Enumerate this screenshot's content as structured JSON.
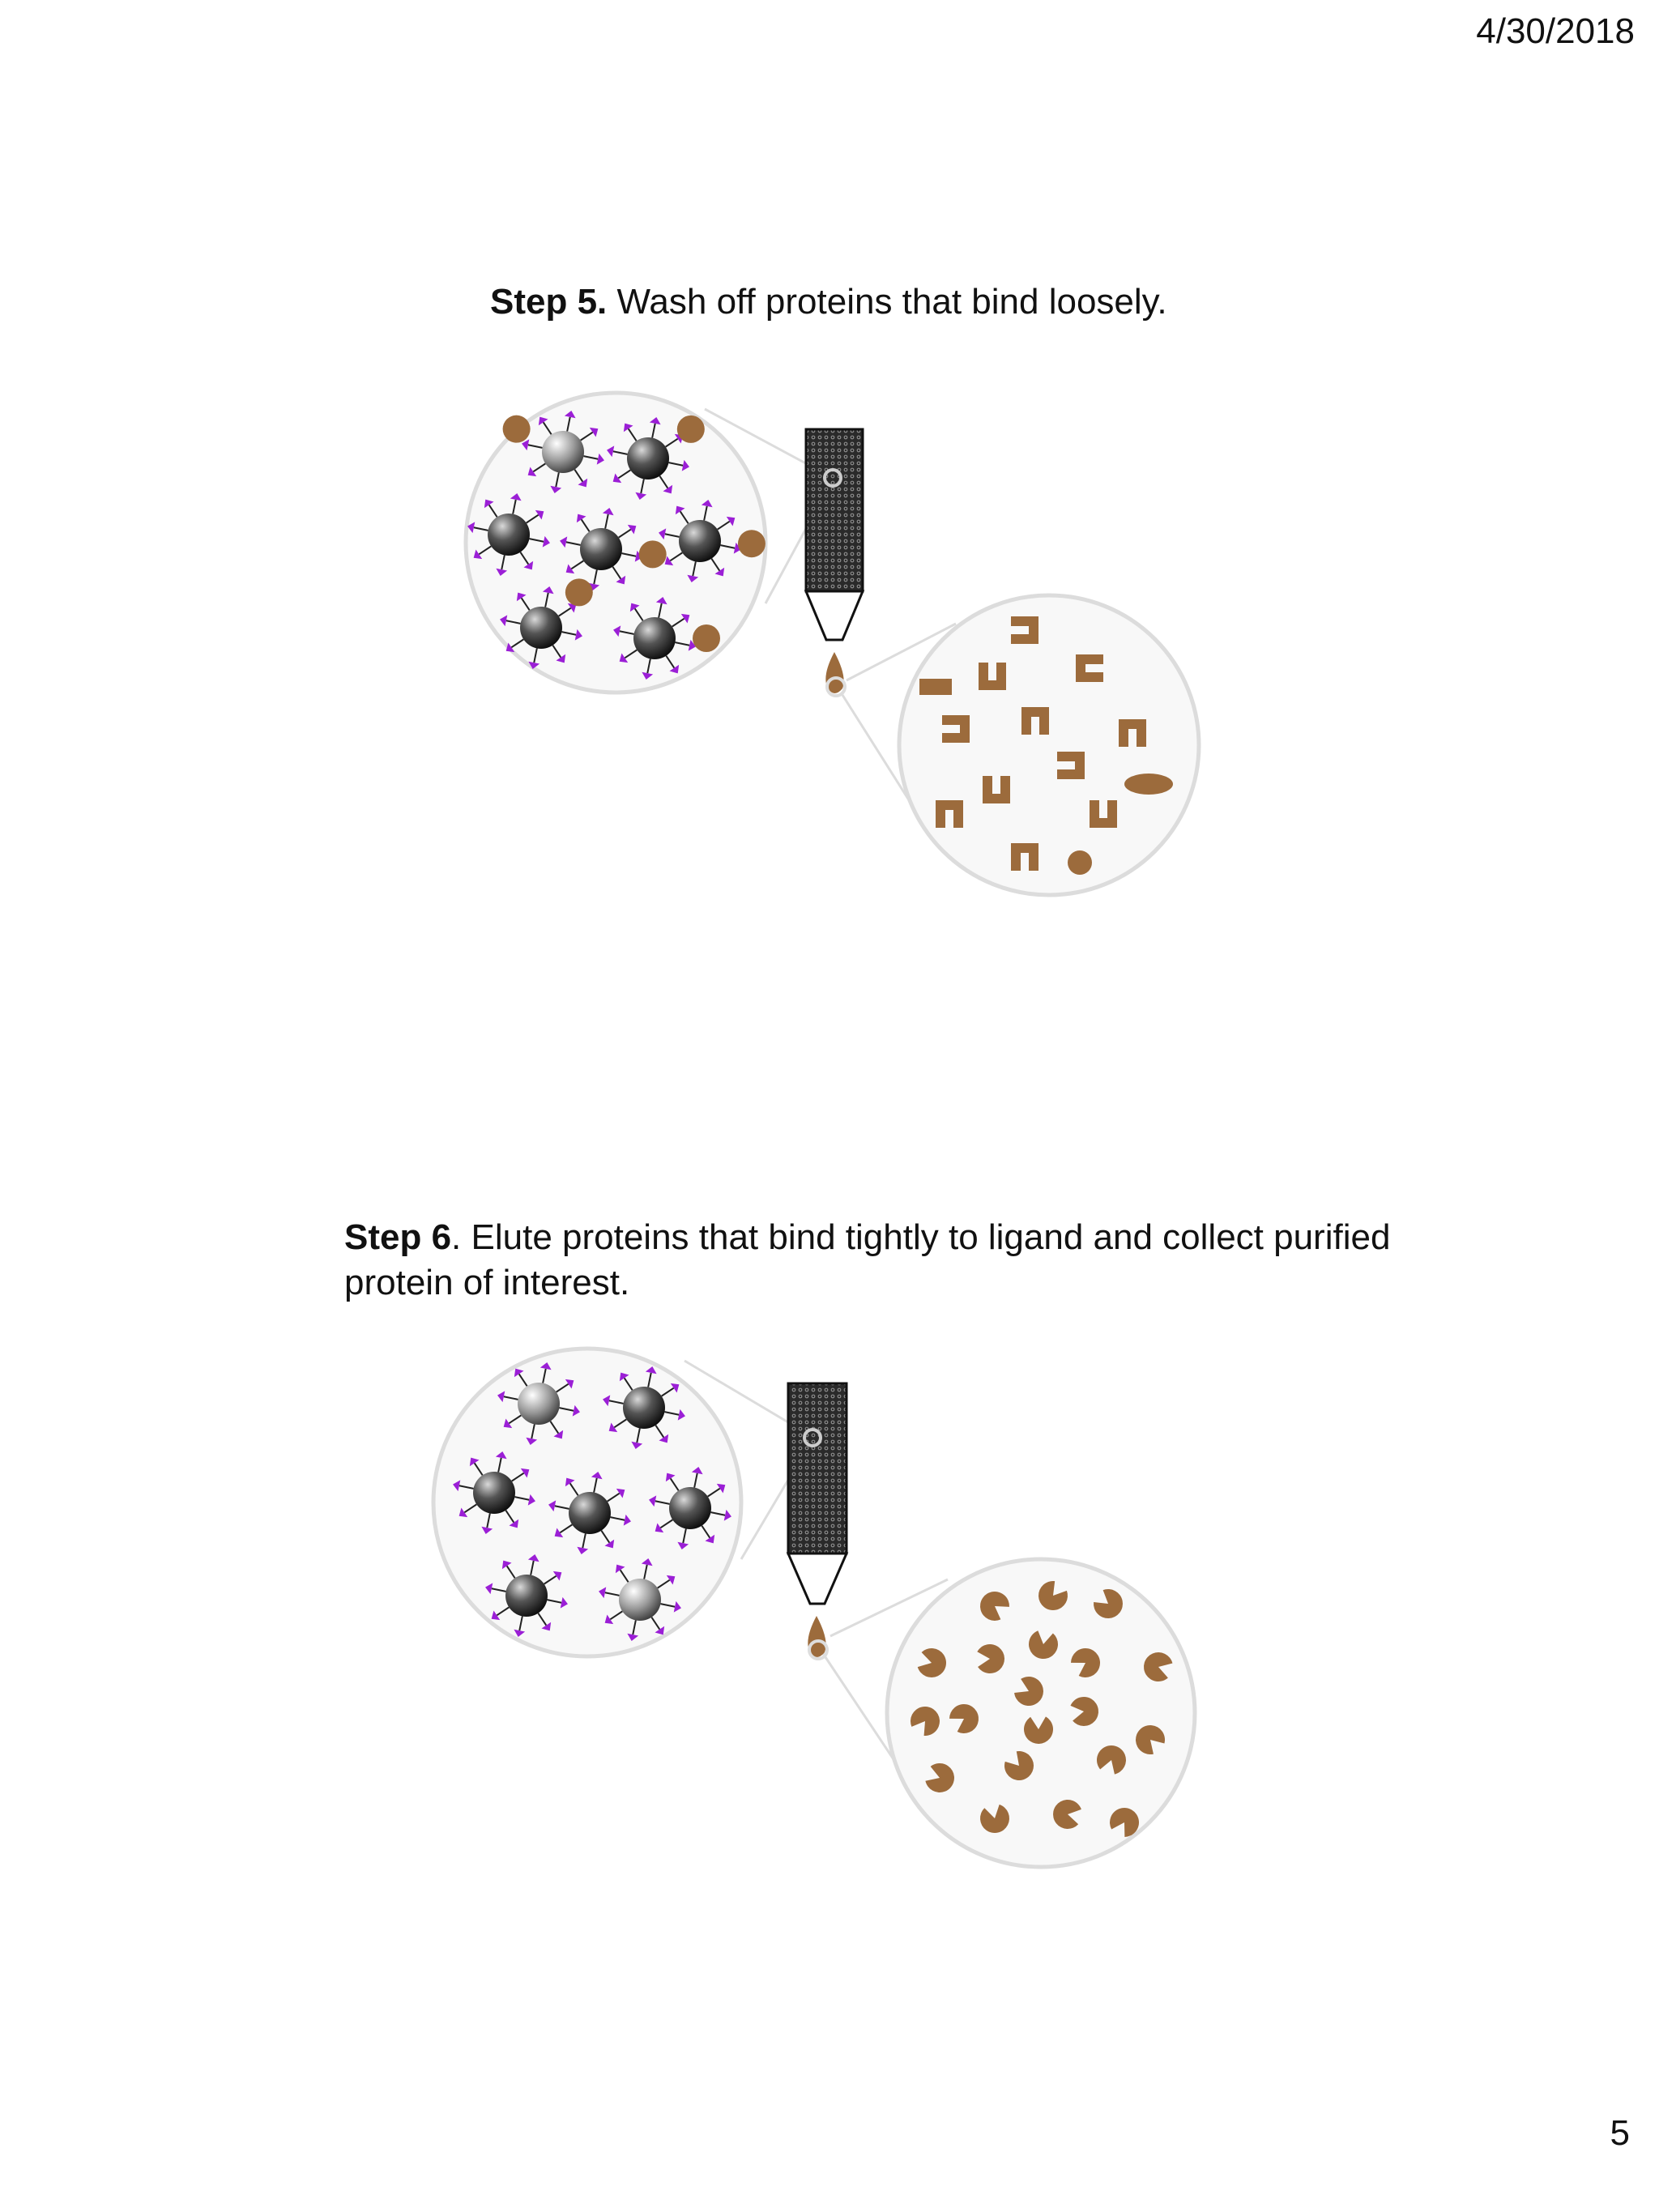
{
  "header": {
    "date": "4/30/2018"
  },
  "footer": {
    "page_number": "5"
  },
  "step5": {
    "label": "Step 5.",
    "text": " Wash off proteins that bind loosely."
  },
  "step6": {
    "label": "Step 6",
    "text": ". Elute proteins that bind tightly to ligand and collect purified protein of interest."
  },
  "colors": {
    "protein": "#9c6b3c",
    "ligand_arrow": "#9b1fd6",
    "bead_dark": "#1a1a1a",
    "magnifier_outline": "#dcdcdc"
  }
}
